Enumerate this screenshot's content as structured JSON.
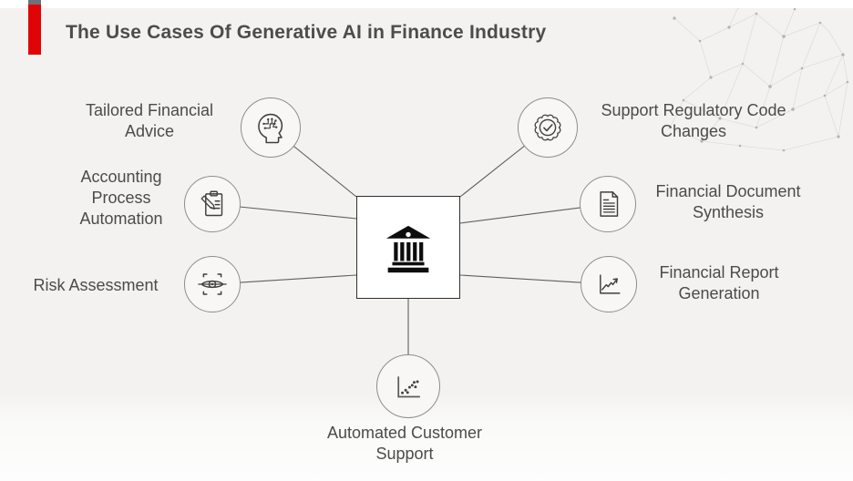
{
  "title": "The Use Cases Of Generative AI in Finance Industry",
  "accent": {
    "bar_color": "#e00407",
    "cap_color": "#6e7277"
  },
  "center_node": {
    "icon": "bank-icon",
    "meaning": "finance-industry-hub"
  },
  "use_cases": [
    {
      "id": "tailored-financial-advice",
      "label": "Tailored Financial\nAdvice",
      "icon": "ai-head-icon"
    },
    {
      "id": "accounting-process-automation",
      "label": "Accounting\nProcess\nAutomation",
      "icon": "clipboard-pencil-icon"
    },
    {
      "id": "risk-assessment",
      "label": "Risk Assessment",
      "icon": "eye-scan-icon"
    },
    {
      "id": "support-regulatory-code-changes",
      "label": "Support Regulatory Code\nChanges",
      "icon": "badge-check-icon"
    },
    {
      "id": "financial-document-synthesis",
      "label": "Financial Document\nSynthesis",
      "icon": "document-icon"
    },
    {
      "id": "financial-report-generation",
      "label": "Financial Report\nGeneration",
      "icon": "line-chart-icon"
    },
    {
      "id": "automated-customer-support",
      "label": "Automated Customer\nSupport",
      "icon": "scatter-plot-icon"
    }
  ]
}
